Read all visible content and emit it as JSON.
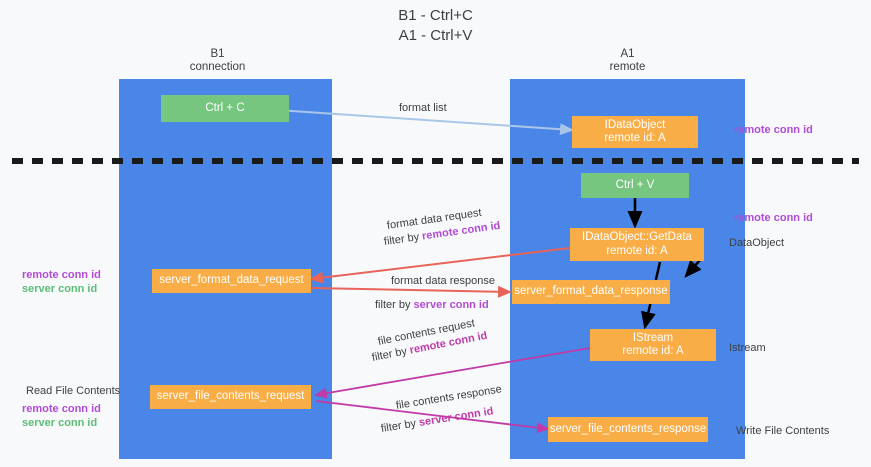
{
  "title": {
    "line1": "B1 - Ctrl+C",
    "line2": "A1 - Ctrl+V"
  },
  "lanes": [
    {
      "name": "B1",
      "sub": "connection"
    },
    {
      "name": "A1",
      "sub": "remote"
    }
  ],
  "nodes": {
    "ctrl_c": "Ctrl + C",
    "ctrl_v": "Ctrl + V",
    "idataobject_title": "IDataObject",
    "idataobject_sub": "remote id: A",
    "getdata_title": "IDataObject::GetData",
    "getdata_sub": "remote id: A",
    "istream_title": "IStream",
    "istream_sub": "remote id: A",
    "server_format_data_request": "server_format_data_request",
    "server_format_data_response": "server_format_data_response",
    "server_file_contents_request": "server_file_contents_request",
    "server_file_contents_response": "server_file_contents_response"
  },
  "edges": {
    "format_list": "format list",
    "format_data_request": "format data request",
    "format_data_request_filter_prefix": "filter by ",
    "format_data_request_filter_key": "remote conn id",
    "format_data_response": "format data response",
    "format_data_response_filter_prefix": "filter by ",
    "format_data_response_filter_key": "server conn id",
    "file_contents_request": "file contents request",
    "file_contents_request_filter_prefix": "filter by ",
    "file_contents_request_filter_key": "remote conn id",
    "file_contents_response": "file contents response",
    "file_contents_response_filter_prefix": "filter by ",
    "file_contents_response_filter_key": "server conn id"
  },
  "annotations": {
    "right_remote_conn_id_top": "remote conn id",
    "right_remote_conn_id_mid": "remote conn id",
    "right_dataobject": "DataObject",
    "right_istream": "Istream",
    "right_write_file_contents": "Write File Contents",
    "left_remote_conn_id_mid": "remote conn id",
    "left_server_conn_id_mid": "server conn id",
    "left_read_file_contents": "Read File Contents",
    "left_remote_conn_id_bot": "remote conn id",
    "left_server_conn_id_bot": "server conn id"
  },
  "colors": {
    "lane": "#4a86e8",
    "node_orange": "#f8ad47",
    "node_green": "#76c680",
    "arrow_blue": "#a8c7e8",
    "arrow_red": "#e8645a",
    "arrow_pink": "#c13ba8",
    "arrow_black": "#000000",
    "divider": "#1a1a1a",
    "key_purple": "#b24bd6",
    "key_green": "#5bbd72",
    "background": "#f8f9fb"
  }
}
